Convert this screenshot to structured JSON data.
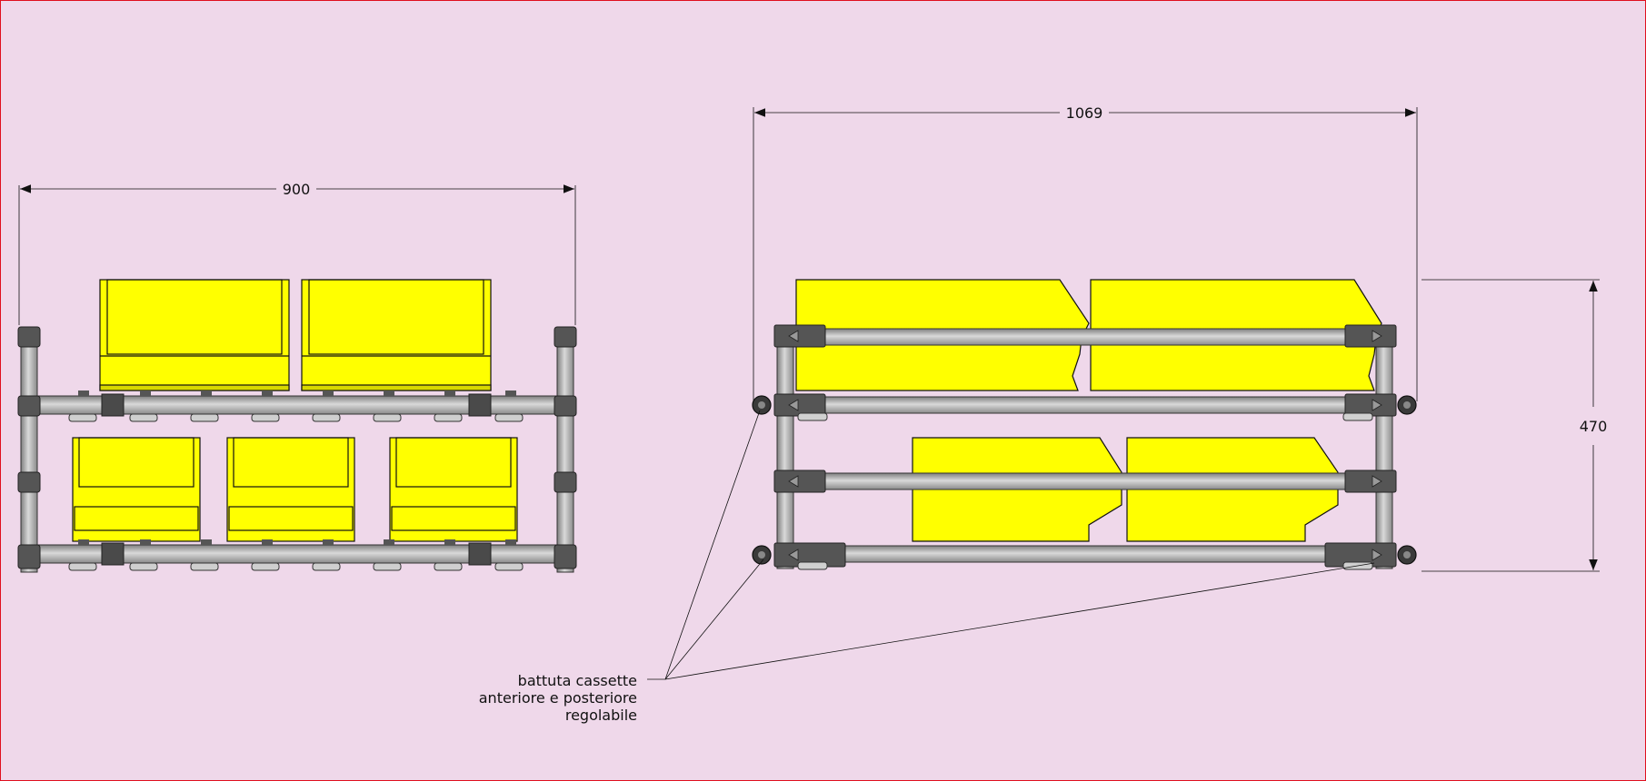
{
  "drawing": {
    "dim_front_width": "900",
    "dim_side_length": "1069",
    "dim_side_height": "470",
    "annotation": [
      "battuta cassette",
      "anteriore e posteriore",
      "regolabile"
    ]
  },
  "colors": {
    "background": "#efd8ea",
    "frame_border": "#e0101e",
    "bin_yellow": "#ffff00",
    "tube_grey": "#b8b8b8",
    "joint_dark": "#555555",
    "outline": "#111111"
  }
}
